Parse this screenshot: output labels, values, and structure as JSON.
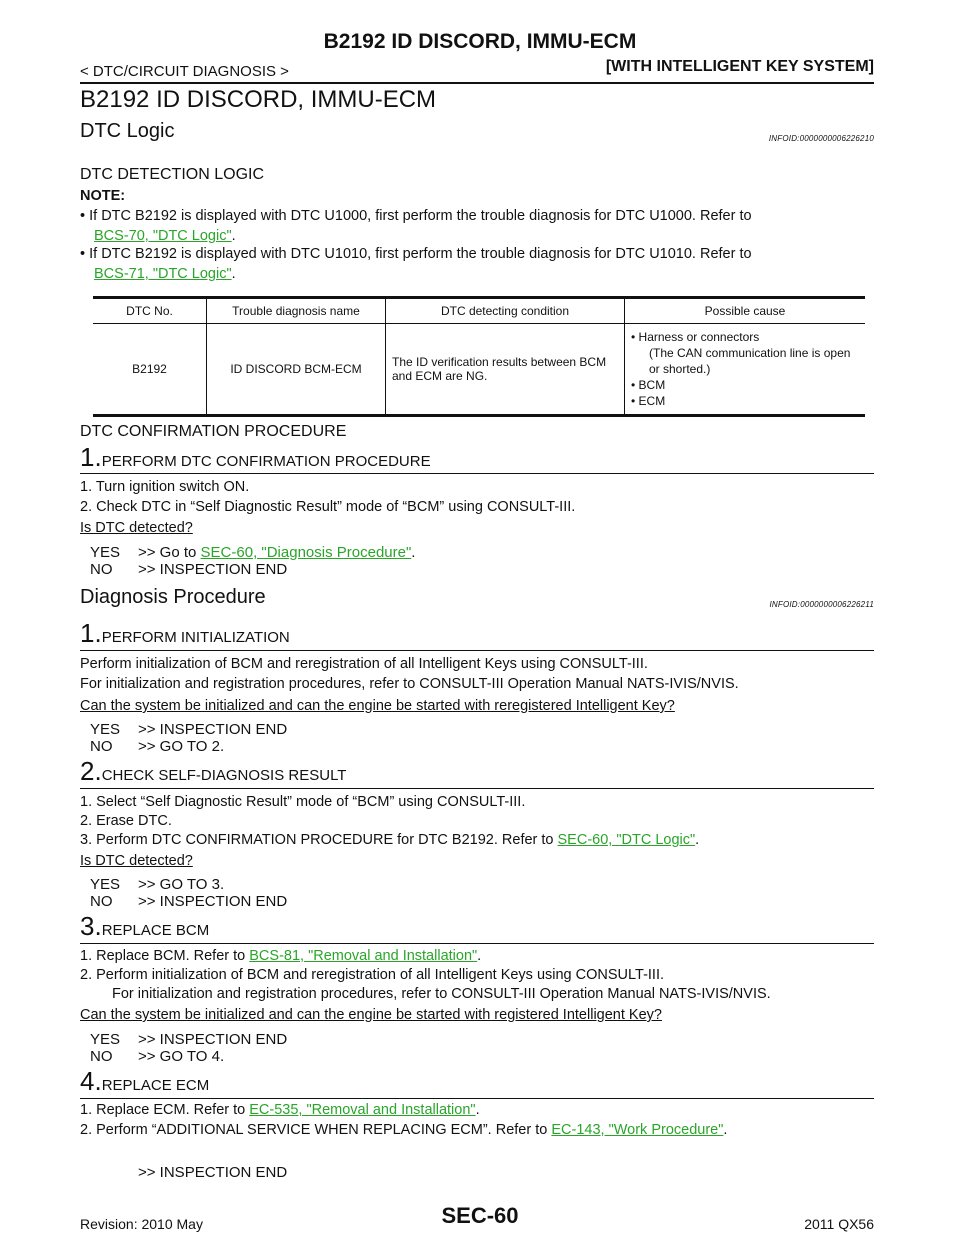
{
  "header": {
    "title": "B2192 ID DISCORD, IMMU-ECM",
    "breadcrumb": "< DTC/CIRCUIT DIAGNOSIS >",
    "system": "[WITH INTELLIGENT KEY SYSTEM]"
  },
  "section_title": "B2192 ID DISCORD, IMMU-ECM",
  "dtc_logic": {
    "heading": "DTC Logic",
    "info_id": "INFOID:0000000006226210",
    "detection_heading": "DTC DETECTION LOGIC",
    "note_label": "NOTE:",
    "note1_text": "If DTC B2192 is displayed with DTC U1000, first perform the trouble diagnosis for DTC U1000. Refer to",
    "note1_link": "BCS-70, \"DTC Logic\"",
    "note2_text": "If DTC B2192 is displayed with DTC U1010, first perform the trouble diagnosis for DTC U1010. Refer to",
    "note2_link": "BCS-71, \"DTC Logic\"",
    "table": {
      "headers": [
        "DTC No.",
        "Trouble diagnosis name",
        "DTC detecting condition",
        "Possible cause"
      ],
      "row": {
        "dtc_no": "B2192",
        "name": "ID DISCORD BCM-ECM",
        "condition": "The ID verification results between BCM and ECM are NG.",
        "causes": [
          "Harness or connectors",
          "(The CAN communication line is open or shorted.)",
          "BCM",
          "ECM"
        ]
      }
    },
    "confirmation_heading": "DTC CONFIRMATION PROCEDURE",
    "step1_num": "1.",
    "step1_title": "PERFORM DTC CONFIRMATION PROCEDURE",
    "step1_line1": "1.   Turn ignition switch ON.",
    "step1_line2": "2.   Check DTC in “Self Diagnostic Result” mode of “BCM” using CONSULT-III.",
    "step1_question": "Is DTC detected?",
    "step1_yes_key": "YES",
    "step1_yes_text": ">> Go to",
    "step1_yes_link": "SEC-60, \"Diagnosis Procedure\"",
    "step1_no_key": "NO",
    "step1_no_text": ">> INSPECTION END"
  },
  "diagnosis": {
    "heading": "Diagnosis Procedure",
    "info_id": "INFOID:0000000006226211",
    "s1_num": "1.",
    "s1_title": "PERFORM INITIALIZATION",
    "s1_line1": "Perform initialization of BCM and reregistration of all Intelligent Keys using CONSULT-III.",
    "s1_line2": "For initialization and registration procedures, refer to CONSULT-III Operation Manual NATS-IVIS/NVIS.",
    "s1_question": "Can the system be initialized and can the engine be started with reregistered Intelligent Key?",
    "s1_yes_key": "YES",
    "s1_yes": ">> INSPECTION END",
    "s1_no_key": "NO",
    "s1_no": ">> GO TO 2.",
    "s2_num": "2.",
    "s2_title": "CHECK SELF-DIAGNOSIS RESULT",
    "s2_line1": "1.   Select “Self Diagnostic Result” mode of “BCM” using CONSULT-III.",
    "s2_line2": "2.   Erase DTC.",
    "s2_line3": "3.   Perform DTC CONFIRMATION PROCEDURE for DTC B2192. Refer to",
    "s2_link": "SEC-60, \"DTC Logic\"",
    "s2_question": "Is DTC detected?",
    "s2_yes_key": "YES",
    "s2_yes": ">> GO TO 3.",
    "s2_no_key": "NO",
    "s2_no": ">> INSPECTION END",
    "s3_num": "3.",
    "s3_title": "REPLACE BCM",
    "s3_line1": "1.   Replace BCM. Refer to",
    "s3_link": "BCS-81, \"Removal and Installation\"",
    "s3_line2": "2.   Perform initialization of BCM and reregistration of all Intelligent Keys using CONSULT-III.",
    "s3_line3": "For initialization and registration procedures, refer to CONSULT-III Operation Manual NATS-IVIS/NVIS.",
    "s3_question": "Can the system be initialized and can the engine be started with registered Intelligent Key?",
    "s3_yes_key": "YES",
    "s3_yes": ">> INSPECTION END",
    "s3_no_key": "NO",
    "s3_no": ">> GO TO 4.",
    "s4_num": "4.",
    "s4_title": "REPLACE ECM",
    "s4_line1": "1.   Replace ECM. Refer to",
    "s4_link1": "EC-535, \"Removal and Installation\"",
    "s4_line2": "2.   Perform “ADDITIONAL SERVICE WHEN REPLACING ECM”. Refer to",
    "s4_link2": "EC-143, \"Work Procedure\"",
    "s4_end": ">> INSPECTION END"
  },
  "footer": {
    "revision": "Revision: 2010 May",
    "page": "SEC-60",
    "model": "2011 QX56"
  }
}
